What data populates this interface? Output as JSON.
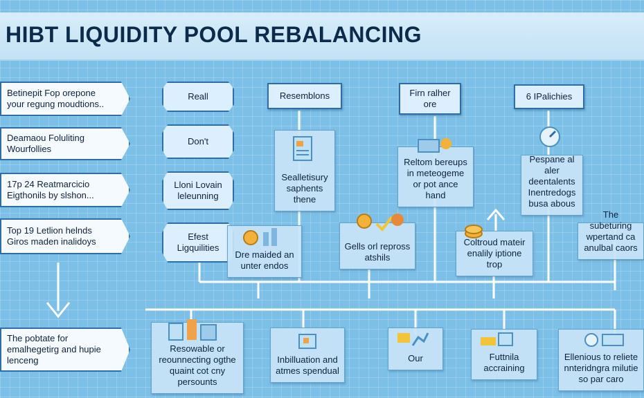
{
  "title": "HIBT LIQUIDITY POOL REBALANCING",
  "left_column": [
    "Betinepit Fop orepone your regung moudtions..",
    "Deamaou Foluliting Wourfollies",
    "17p 24 Reatmarcicio Eigthonils by slshon...",
    "Top 19 Letlion helnds Giros maden inalidoys",
    "The pobtate for emalhegetirg and hupie lenceng"
  ],
  "octagons": [
    "Reall",
    "Don't",
    "Lloni Lovain leleunning",
    "Efest Ligquilities"
  ],
  "top_row": [
    "Resemblons",
    "Firn ralher ore",
    "6 IPalichies"
  ],
  "mid_cards": [
    "Sealletisury saphents thene",
    "Dre maided an unter endos",
    "Reltom bereups in meteogeme or pot ance hand",
    "Gells orl repross atshils",
    "Coltroud mateir enalily iptione trop",
    "Pespane al aler deentalents Inentredogs busa abous",
    "The subeturing wpertand ca anulbal caors"
  ],
  "bottom_cards": [
    "Resowable or reounnecting ogthe quaint cot cny persounts",
    "Inbilluation and atmes spendual",
    "Our",
    "Futtnila accraining",
    "Ellenious to reliete nnteridngra milutie so par caro"
  ],
  "colors": {
    "accent": "#2f6da8",
    "background": "#7cc0e8",
    "title": "#0c2a4a"
  }
}
